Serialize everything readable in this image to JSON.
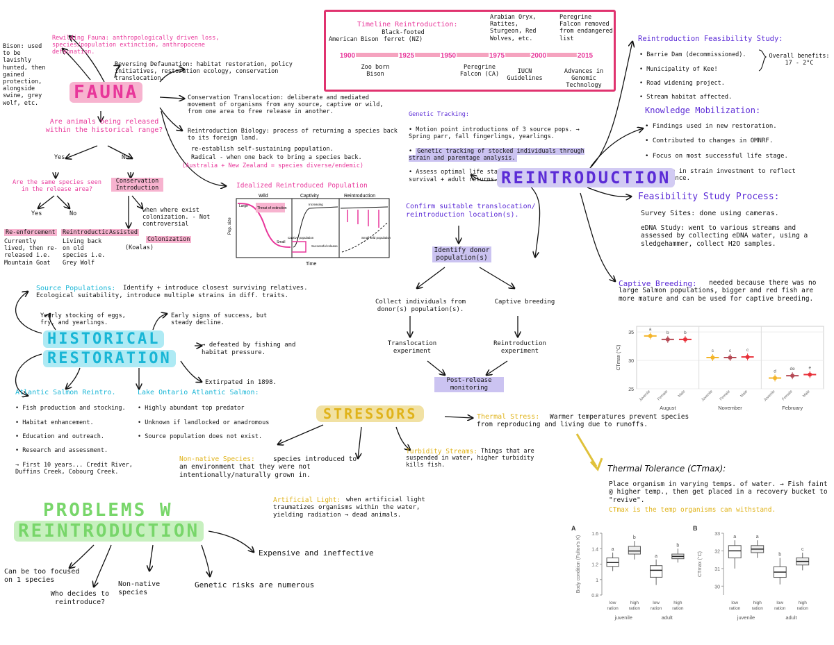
{
  "colors": {
    "pink": "#e8369a",
    "purple": "#5b2bd6",
    "cyan": "#19b6d6",
    "yellow": "#e0b31a",
    "green": "#78d66a"
  },
  "fauna": {
    "title": "FAUNA",
    "rewilding": "Rewilding Fauna: anthropologically driven loss, species/population extinction, anthropocene defaunation.",
    "bison": "Bison: used to be lavishly hunted, then gained protection, alongside swine, grey wolf, etc.",
    "reversing": "Reversing Defaunation: habitat restoration, policy initiatives, restoration ecology, conservation translocation.",
    "conservation": "Conservation Translocation: deliberate and mediated movement of organisms from any source, captive or wild, from one area to free release in another.",
    "reintro_bio": "Reintroduction Biology: process of returning a species back to its foreign land.",
    "reintro_bio_1": "re-establish self-sustaining population.",
    "reintro_bio_2": "Radical - when one back to bring a species back.",
    "reintro_bio_3": "(Australia + New Zealand = species diverse/endemic)",
    "question": "Are animals being released within the historical range?",
    "yes": "Yes",
    "no": "No",
    "same_species": "Are the same species seen in the release area?",
    "cons_intro": "Conservation Introduction",
    "yes2": "Yes",
    "no2": "No",
    "reenforcement": "Re-enforcement",
    "reintroduction": "Reintroduction",
    "assisted": "Assisted",
    "colonization": "Colonization",
    "reenf_note": "Currently lived, then re-released i.e. Mountain Goat",
    "reintro_note": "Living back on old species i.e. Grey Wolf",
    "assisted_note": "when where exist colonization. - Not controversial",
    "koala": "(Koalas)"
  },
  "timeline": {
    "title": "Timeline Reintroduction:",
    "years": [
      "1900",
      "1925",
      "1950",
      "1975",
      "2000",
      "2015"
    ],
    "above": [
      "American Bison",
      "Black-footed ferret (NZ)",
      "Arabian Oryx, Ratites, Sturgeon, Red Wolves, etc.",
      "Peregrine Falcon removed from endangered list"
    ],
    "below": [
      "Zoo born Bison",
      "Peregrine Falcon (CA)",
      "IUCN Guidelines",
      "Advances in Genomic Technology"
    ]
  },
  "feasibility": {
    "title": "Reintroduction Feasibility Study:",
    "items": [
      "Barrie Dam (decommissioned).",
      "Municipality of Kee!",
      "Road widening project.",
      "Stream habitat affected."
    ],
    "overall": "Overall benefits: 17 - 2°C"
  },
  "knowledge": {
    "title": "Knowledge Mobilization:",
    "items": [
      "Findings used in new restoration.",
      "Contributed to changes in OMNRF.",
      "Focus on most successful life stage.",
      "Change in strain investment to reflect performance."
    ]
  },
  "genetic": {
    "title": "Genetic Tracking:",
    "items": [
      "Motion point introductions of 3 source pops. → Spring parr, fall fingerlings, yearlings.",
      "Genetic tracking of stocked individuals through strain and parentage analysis.",
      "Assess optimal life stage/strain for juvenile survival + adult returns."
    ]
  },
  "reintro_title": "REINTRODUCTION",
  "process": {
    "title": "Feasibility Study Process:",
    "survey": "Survey Sites: done using cameras.",
    "edna": "eDNA Study: went to various streams and assessed by collecting eDNA water, using a sledgehammer, collect H2O samples."
  },
  "captive": {
    "title": "Captive Breeding:",
    "text": "needed because there was no large Salmon populations, bigger and red fish are more mature and can be used for captive breeding."
  },
  "flow": {
    "confirm": "Confirm suitable translocation/ reintroduction location(s).",
    "identify": "Identify donor population(s)",
    "collect": "Collect individuals from donor(s) population(s).",
    "captive": "Captive breeding",
    "transloc": "Translocation experiment",
    "reintro_exp": "Reintroduction experiment",
    "monitoring": "Post-release monitoring"
  },
  "idealized": {
    "title": "Idealized Reintroduced Population",
    "labels": [
      "Wild",
      "Captivity",
      "Reintroduction"
    ],
    "xlabel": "Time",
    "ylabel": "Pop. size",
    "notes": [
      "Large",
      "Threat of extinction",
      "Small",
      "Captive population",
      "Increasing",
      "Successful release",
      "Small wild population"
    ]
  },
  "source": {
    "title": "Source Populations:",
    "text": "Identify + introduce closest surviving relatives. Ecological suitability, introduce multiple strains in diff. traits.",
    "yearly": "Yearly stocking of eggs, fry, and yearlings.",
    "signs": "Early signs of success, but steady decline."
  },
  "historical": {
    "title1": "HISTORICAL",
    "title2": "RESTORATION",
    "defeated": "→ defeated by fishing and habitat pressure.",
    "extirpated": "Extirpated in 1898.",
    "atlantic_title": "Atlantic Salmon Reintro.",
    "atlantic_items": [
      "Fish production and stocking.",
      "Habitat enhancement.",
      "Education and outreach.",
      "Research and assessment.",
      "→ First 10 years... Credit River, Duffins Creek, Cobourg Creek."
    ],
    "lake_title": "Lake Ontario Atlantic Salmon:",
    "lake_items": [
      "Highly abundant top predator",
      "Unknown if landlocked or anadromous",
      "Source population does not exist."
    ]
  },
  "stressors": {
    "title": "STRESSORS",
    "thermal": "Thermal Stress:",
    "thermal_text": "Warmer temperatures prevent species from reproducing and living due to runoffs.",
    "turbidity": "Turbidity Streams:",
    "turbidity_text": "Things that are suspended in water, higher turbidity kills fish.",
    "nonnative": "Non-native Species:",
    "nonnative_text": "species introduced to an environment that they were not intentionally/naturally grown in.",
    "artificial": "Artificial Light:",
    "artificial_text": "when artificial light traumatizes organisms within the water, yielding radiation → dead animals."
  },
  "ctmax": {
    "title": "Thermal Tolerance (CTmax):",
    "text": "Place organism in varying temps. of water. → Fish faint @ higher temp., then get placed in a recovery bucket to \"revive\".",
    "def": "CTmax is the temp organisms can withstand."
  },
  "problems": {
    "title1": "PROBLEMS W",
    "title2": "REINTRODUCTION",
    "items": [
      "Expensive and ineffective",
      "Can be too focused on 1 species",
      "Who decides to reintroduce?",
      "Non-native species",
      "Genetic risks are numerous"
    ]
  },
  "chart_data": [
    {
      "type": "scatter",
      "title": "",
      "ylabel": "CTmax (°C)",
      "ylim": [
        25,
        36
      ],
      "yticks": [
        25,
        30,
        35
      ],
      "groups": [
        "August",
        "November",
        "February"
      ],
      "subcategories": [
        "Juvenile",
        "Female",
        "Male"
      ],
      "series": [
        {
          "values": [
            34.3,
            33.7,
            33.7
          ],
          "letters": [
            "a",
            "b",
            "b"
          ]
        },
        {
          "values": [
            30.5,
            30.5,
            30.6
          ],
          "letters": [
            "c",
            "c",
            "c"
          ]
        },
        {
          "values": [
            26.9,
            27.3,
            27.5
          ],
          "letters": [
            "d",
            "de",
            "e"
          ]
        }
      ],
      "colors": [
        "#f4b52a",
        "#b54a55",
        "#e8313a"
      ]
    },
    {
      "type": "box",
      "panel": "A",
      "ylabel": "Body condition (Fulton's K)",
      "ylim": [
        0.8,
        1.6
      ],
      "yticks": [
        0.8,
        1.0,
        1.2,
        1.4,
        1.6
      ],
      "groups": [
        "juvenile",
        "adult"
      ],
      "categories": [
        "low ration",
        "high ration",
        "low ration",
        "high ration"
      ],
      "median": [
        1.22,
        1.37,
        1.12,
        1.3
      ],
      "q1": [
        1.17,
        1.33,
        1.03,
        1.27
      ],
      "q3": [
        1.28,
        1.43,
        1.18,
        1.33
      ],
      "min": [
        1.11,
        1.26,
        0.93,
        1.22
      ],
      "max": [
        1.35,
        1.5,
        1.26,
        1.4
      ],
      "letters": [
        "a",
        "b",
        "a",
        "b"
      ]
    },
    {
      "type": "box",
      "panel": "B",
      "ylabel": "CTmax (°C)",
      "ylim": [
        29.5,
        33
      ],
      "yticks": [
        30,
        31,
        32,
        33
      ],
      "groups": [
        "juvenile",
        "adult"
      ],
      "categories": [
        "low ration",
        "high ration",
        "low ration",
        "high ration"
      ],
      "median": [
        32.0,
        32.1,
        30.8,
        31.4
      ],
      "q1": [
        31.6,
        31.9,
        30.5,
        31.2
      ],
      "q3": [
        32.3,
        32.3,
        31.1,
        31.6
      ],
      "min": [
        31.0,
        31.6,
        30.1,
        30.9
      ],
      "max": [
        32.6,
        32.6,
        31.6,
        31.9
      ],
      "letters": [
        "a",
        "a",
        "b",
        "c"
      ]
    }
  ]
}
